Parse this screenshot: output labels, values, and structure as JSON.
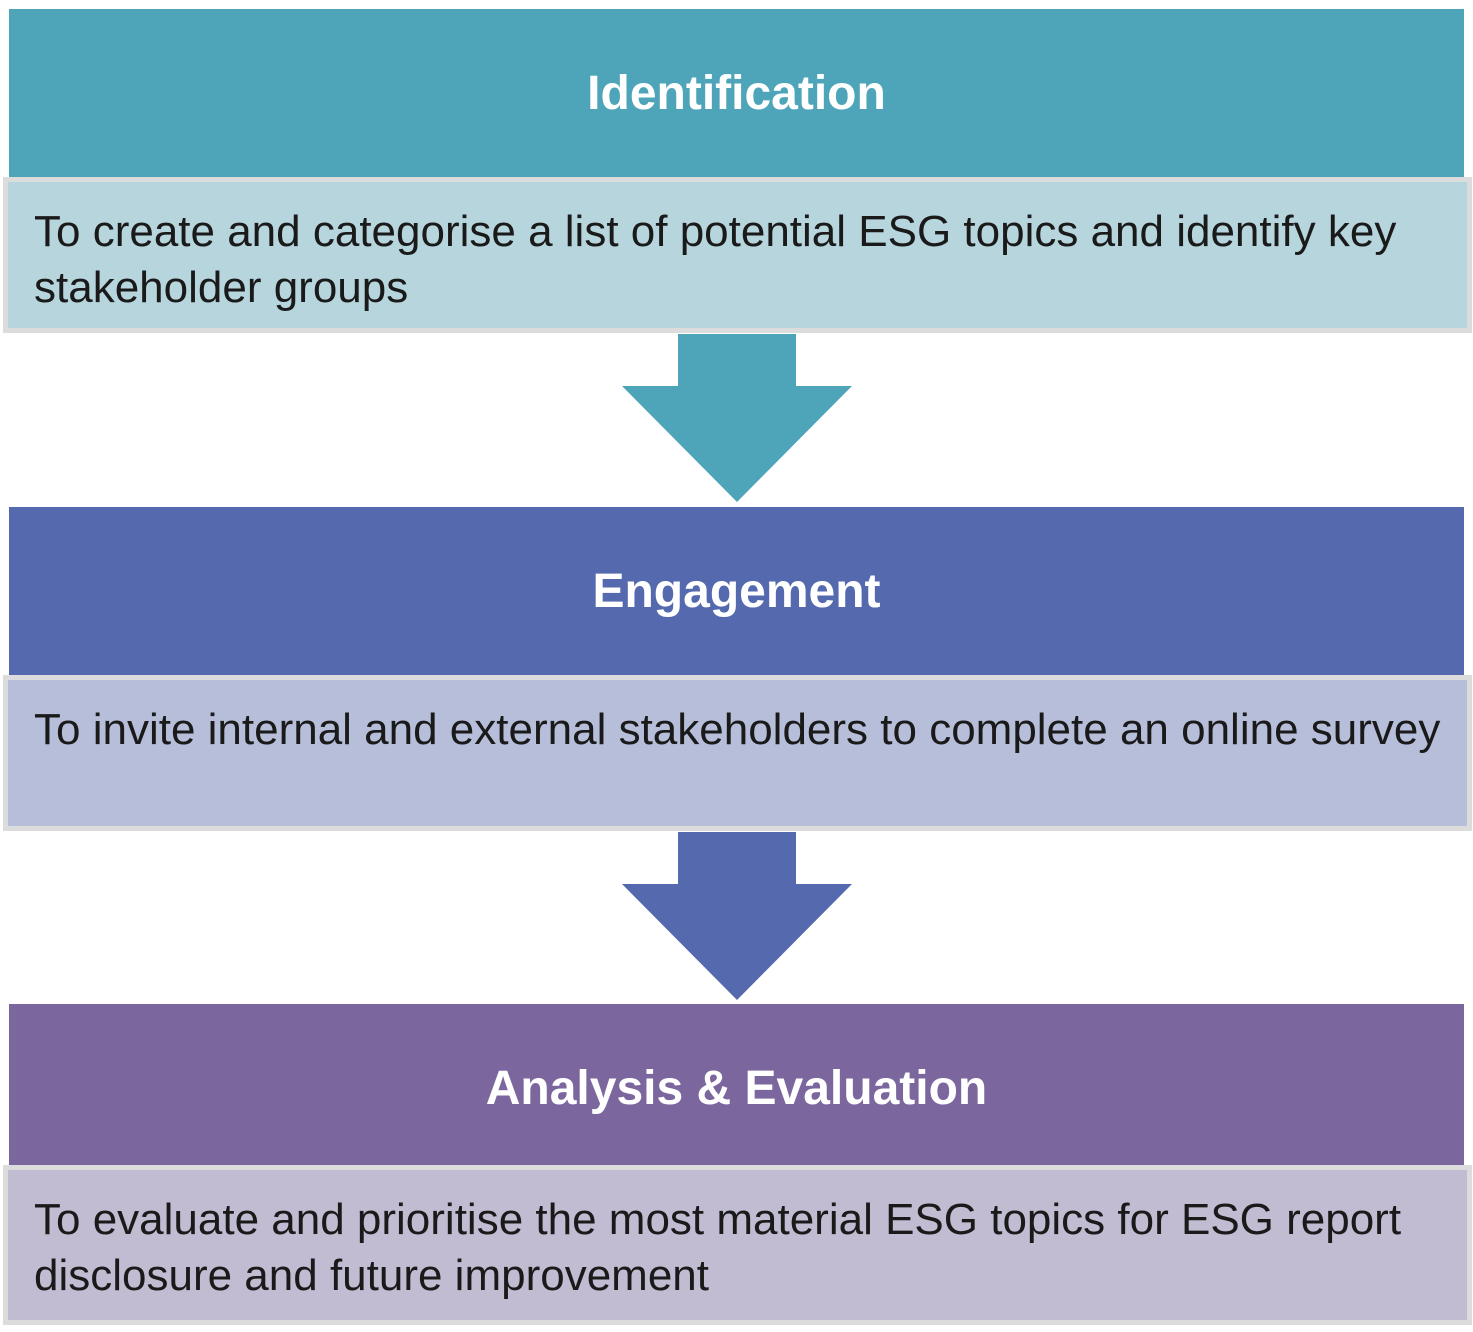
{
  "steps": [
    {
      "title": "Identification",
      "description": "To create and categorise a list of potential ESG topics and identify key stakeholder groups",
      "color": "#4ea5b9",
      "light_color": "#b6d5dd"
    },
    {
      "title": "Engagement",
      "description": "To invite internal and external stakeholders to complete an online survey",
      "color": "#5469ae",
      "light_color": "#b6bed9"
    },
    {
      "title": "Analysis & Evaluation",
      "description": "To evaluate and prioritise the most material ESG topics for ESG report disclosure and future improvement",
      "color": "#7b679e",
      "light_color": "#c2bcd2"
    }
  ],
  "arrows": [
    {
      "icon": "down-arrow-icon",
      "color": "#4ea5b9"
    },
    {
      "icon": "down-arrow-icon",
      "color": "#5469ae"
    }
  ]
}
